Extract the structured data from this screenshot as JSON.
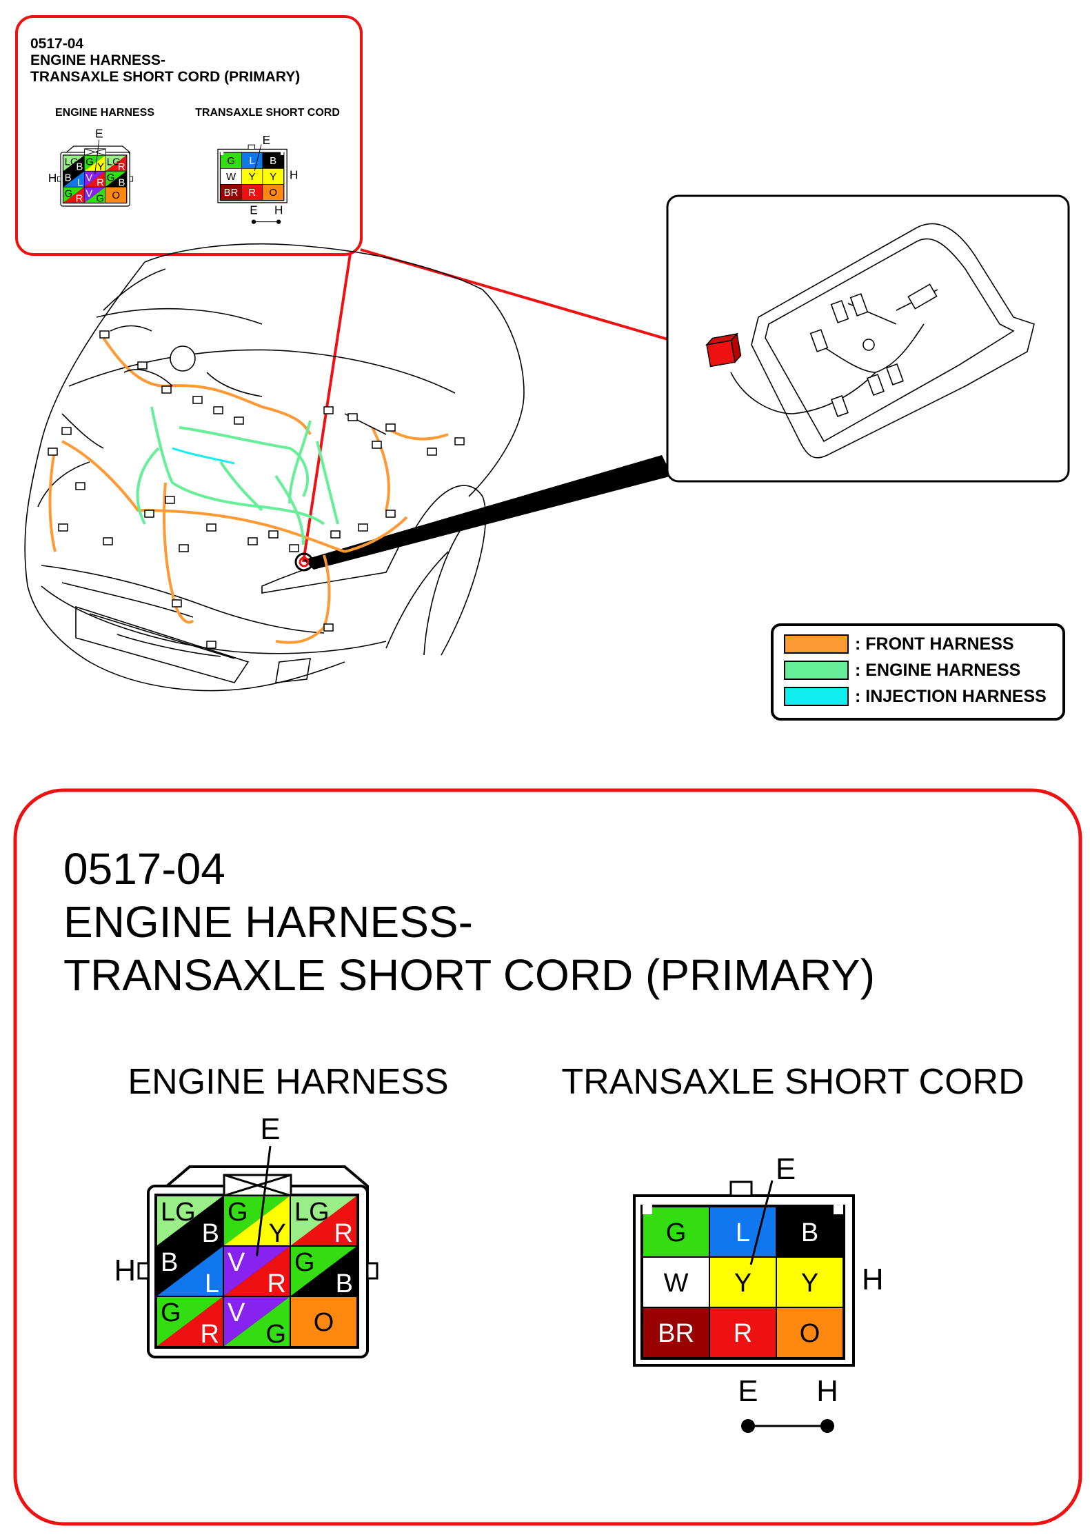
{
  "connector_id": "0517-04",
  "title_line1": "ENGINE HARNESS-",
  "title_line2": "TRANSAXLE SHORT CORD (PRIMARY)",
  "engine_harness": {
    "label": "ENGINE HARNESS",
    "pin_e": "E",
    "pin_h": "H",
    "cells": [
      {
        "row": 0,
        "col": 0,
        "a": "LG",
        "b": "B",
        "ca": "#99ee88",
        "cb": "#000000"
      },
      {
        "row": 0,
        "col": 1,
        "a": "G",
        "b": "Y",
        "ca": "#33dd11",
        "cb": "#ffff00"
      },
      {
        "row": 0,
        "col": 2,
        "a": "LG",
        "b": "R",
        "ca": "#99ee88",
        "cb": "#ee1111"
      },
      {
        "row": 1,
        "col": 0,
        "a": "B",
        "b": "L",
        "ca": "#000000",
        "cb": "#1177ee"
      },
      {
        "row": 1,
        "col": 1,
        "a": "V",
        "b": "R",
        "ca": "#8822ee",
        "cb": "#ee1111"
      },
      {
        "row": 1,
        "col": 2,
        "a": "G",
        "b": "B",
        "ca": "#33dd11",
        "cb": "#000000"
      },
      {
        "row": 2,
        "col": 0,
        "a": "G",
        "b": "R",
        "ca": "#33dd11",
        "cb": "#ee1111"
      },
      {
        "row": 2,
        "col": 1,
        "a": "V",
        "b": "G",
        "ca": "#8822ee",
        "cb": "#33dd11"
      },
      {
        "row": 2,
        "col": 2,
        "a": "O",
        "b": "",
        "ca": "#ff8811",
        "cb": ""
      }
    ]
  },
  "transaxle_short_cord": {
    "label": "TRANSAXLE SHORT CORD",
    "pin_e": "E",
    "pin_h": "H",
    "cells": [
      {
        "row": 0,
        "col": 0,
        "a": "G",
        "ca": "#33dd11"
      },
      {
        "row": 0,
        "col": 1,
        "a": "L",
        "ca": "#1177ee"
      },
      {
        "row": 0,
        "col": 2,
        "a": "B",
        "ca": "#000000"
      },
      {
        "row": 1,
        "col": 0,
        "a": "W",
        "ca": "#ffffff"
      },
      {
        "row": 1,
        "col": 1,
        "a": "Y",
        "ca": "#ffff00"
      },
      {
        "row": 1,
        "col": 2,
        "a": "Y",
        "ca": "#ffff00"
      },
      {
        "row": 2,
        "col": 0,
        "a": "BR",
        "ca": "#990000"
      },
      {
        "row": 2,
        "col": 1,
        "a": "R",
        "ca": "#ee1111"
      },
      {
        "row": 2,
        "col": 2,
        "a": "O",
        "ca": "#ff8811"
      }
    ],
    "short_e": "E",
    "short_h": "H"
  },
  "legend": [
    {
      "label": ": FRONT HARNESS",
      "color": "#ff9933"
    },
    {
      "label": ": ENGINE HARNESS",
      "color": "#66ee99"
    },
    {
      "label": ": INJECTION HARNESS",
      "color": "#11eeee"
    }
  ],
  "colors": {
    "callout_red": "#ee1111",
    "harness_front": "#ff9933",
    "harness_engine": "#66ee99",
    "harness_injection": "#11eeee"
  }
}
